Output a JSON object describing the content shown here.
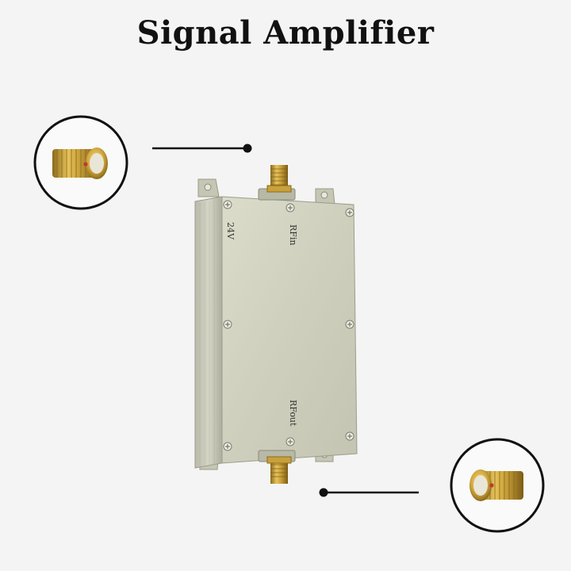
{
  "title": "Signal Amplifier",
  "device": {
    "power_label": "24V",
    "rf_in_label": "RFin",
    "rf_out_label": "RFout"
  },
  "colors": {
    "background": "#f4f4f4",
    "housing": "#cfcfbc",
    "connector_gold": "#c9a13a",
    "callout_ring": "#111111",
    "center_pin": "#c0392b"
  }
}
